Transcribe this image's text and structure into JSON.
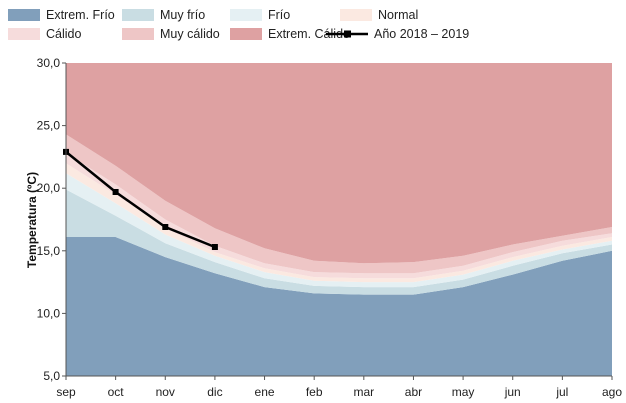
{
  "chart_data": {
    "type": "area",
    "ylabel": "Temperatura (ºC)",
    "ylim": [
      5,
      30
    ],
    "yticks": [
      5,
      10,
      15,
      20,
      25,
      30
    ],
    "ytick_labels": [
      "5,0",
      "10,0",
      "15,0",
      "20,0",
      "25,0",
      "30,0"
    ],
    "categories": [
      "sep",
      "oct",
      "nov",
      "dic",
      "ene",
      "feb",
      "mar",
      "abr",
      "may",
      "jun",
      "jul",
      "ago"
    ],
    "bands": [
      {
        "name": "Extrem. Frío",
        "color": "#819fbb",
        "upper": [
          16.1,
          16.1,
          14.5,
          13.2,
          12.1,
          11.6,
          11.5,
          11.5,
          12.1,
          13.1,
          14.2,
          15.0
        ]
      },
      {
        "name": "Muy frío",
        "color": "#c9dde3",
        "upper": [
          19.9,
          17.8,
          15.6,
          14.1,
          12.8,
          12.2,
          12.1,
          12.1,
          12.7,
          13.8,
          14.8,
          15.5
        ]
      },
      {
        "name": "Frío",
        "color": "#e5f0f3",
        "upper": [
          21.2,
          18.8,
          16.3,
          14.6,
          13.3,
          12.6,
          12.5,
          12.5,
          13.1,
          14.2,
          15.1,
          15.8
        ]
      },
      {
        "name": "Normal",
        "color": "#fbe9e1",
        "upper": [
          22.0,
          19.5,
          16.8,
          14.9,
          13.6,
          12.9,
          12.8,
          12.8,
          13.4,
          14.5,
          15.4,
          16.1
        ]
      },
      {
        "name": "Cálido",
        "color": "#f6dcdc",
        "upper": [
          22.8,
          20.3,
          17.5,
          15.4,
          14.0,
          13.3,
          13.2,
          13.2,
          13.8,
          14.9,
          15.8,
          16.4
        ]
      },
      {
        "name": "Muy cálido",
        "color": "#eec6c6",
        "upper": [
          24.3,
          21.8,
          19.0,
          16.8,
          15.2,
          14.2,
          14.0,
          14.1,
          14.6,
          15.5,
          16.2,
          16.9
        ]
      },
      {
        "name": "Extrem. Cálido",
        "color": "#dea1a2",
        "upper": [
          30,
          30,
          30,
          30,
          30,
          30,
          30,
          30,
          30,
          30,
          30,
          30
        ]
      }
    ],
    "series": [
      {
        "name": "Año 2018 – 2019",
        "color": "#000000",
        "x": [
          "sep",
          "oct",
          "nov",
          "dic"
        ],
        "values": [
          22.9,
          19.7,
          16.9,
          15.3
        ]
      }
    ],
    "legend_position": "top",
    "grid": false
  }
}
